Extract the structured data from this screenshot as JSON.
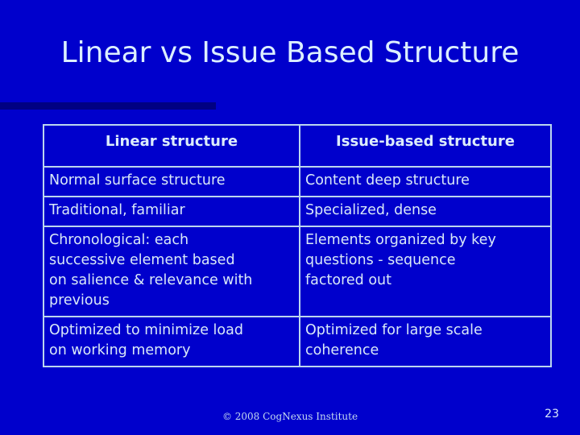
{
  "slide": {
    "title": "Linear vs Issue Based Structure",
    "background_color": "#0000cc",
    "title_color": "#dcefff",
    "divider_color": "#000082",
    "border_color": "#bcd6ee",
    "text_color": "#d9e9f8"
  },
  "table": {
    "headers": [
      "Linear structure",
      "Issue-based structure"
    ],
    "rows": [
      {
        "left": "Normal surface structure",
        "right": "Content deep structure"
      },
      {
        "left": "Traditional, familiar",
        "right": "Specialized, dense"
      },
      {
        "left": "Chronological: each\nsuccessive element based\non salience & relevance with\nprevious",
        "right": "Elements organized by key\nquestions - sequence\nfactored out"
      },
      {
        "left": "Optimized to minimize load\non working memory",
        "right": "Optimized for large scale\ncoherence"
      }
    ]
  },
  "footer": {
    "copyright": "© 2008 CogNexus Institute",
    "page_number": "23"
  }
}
